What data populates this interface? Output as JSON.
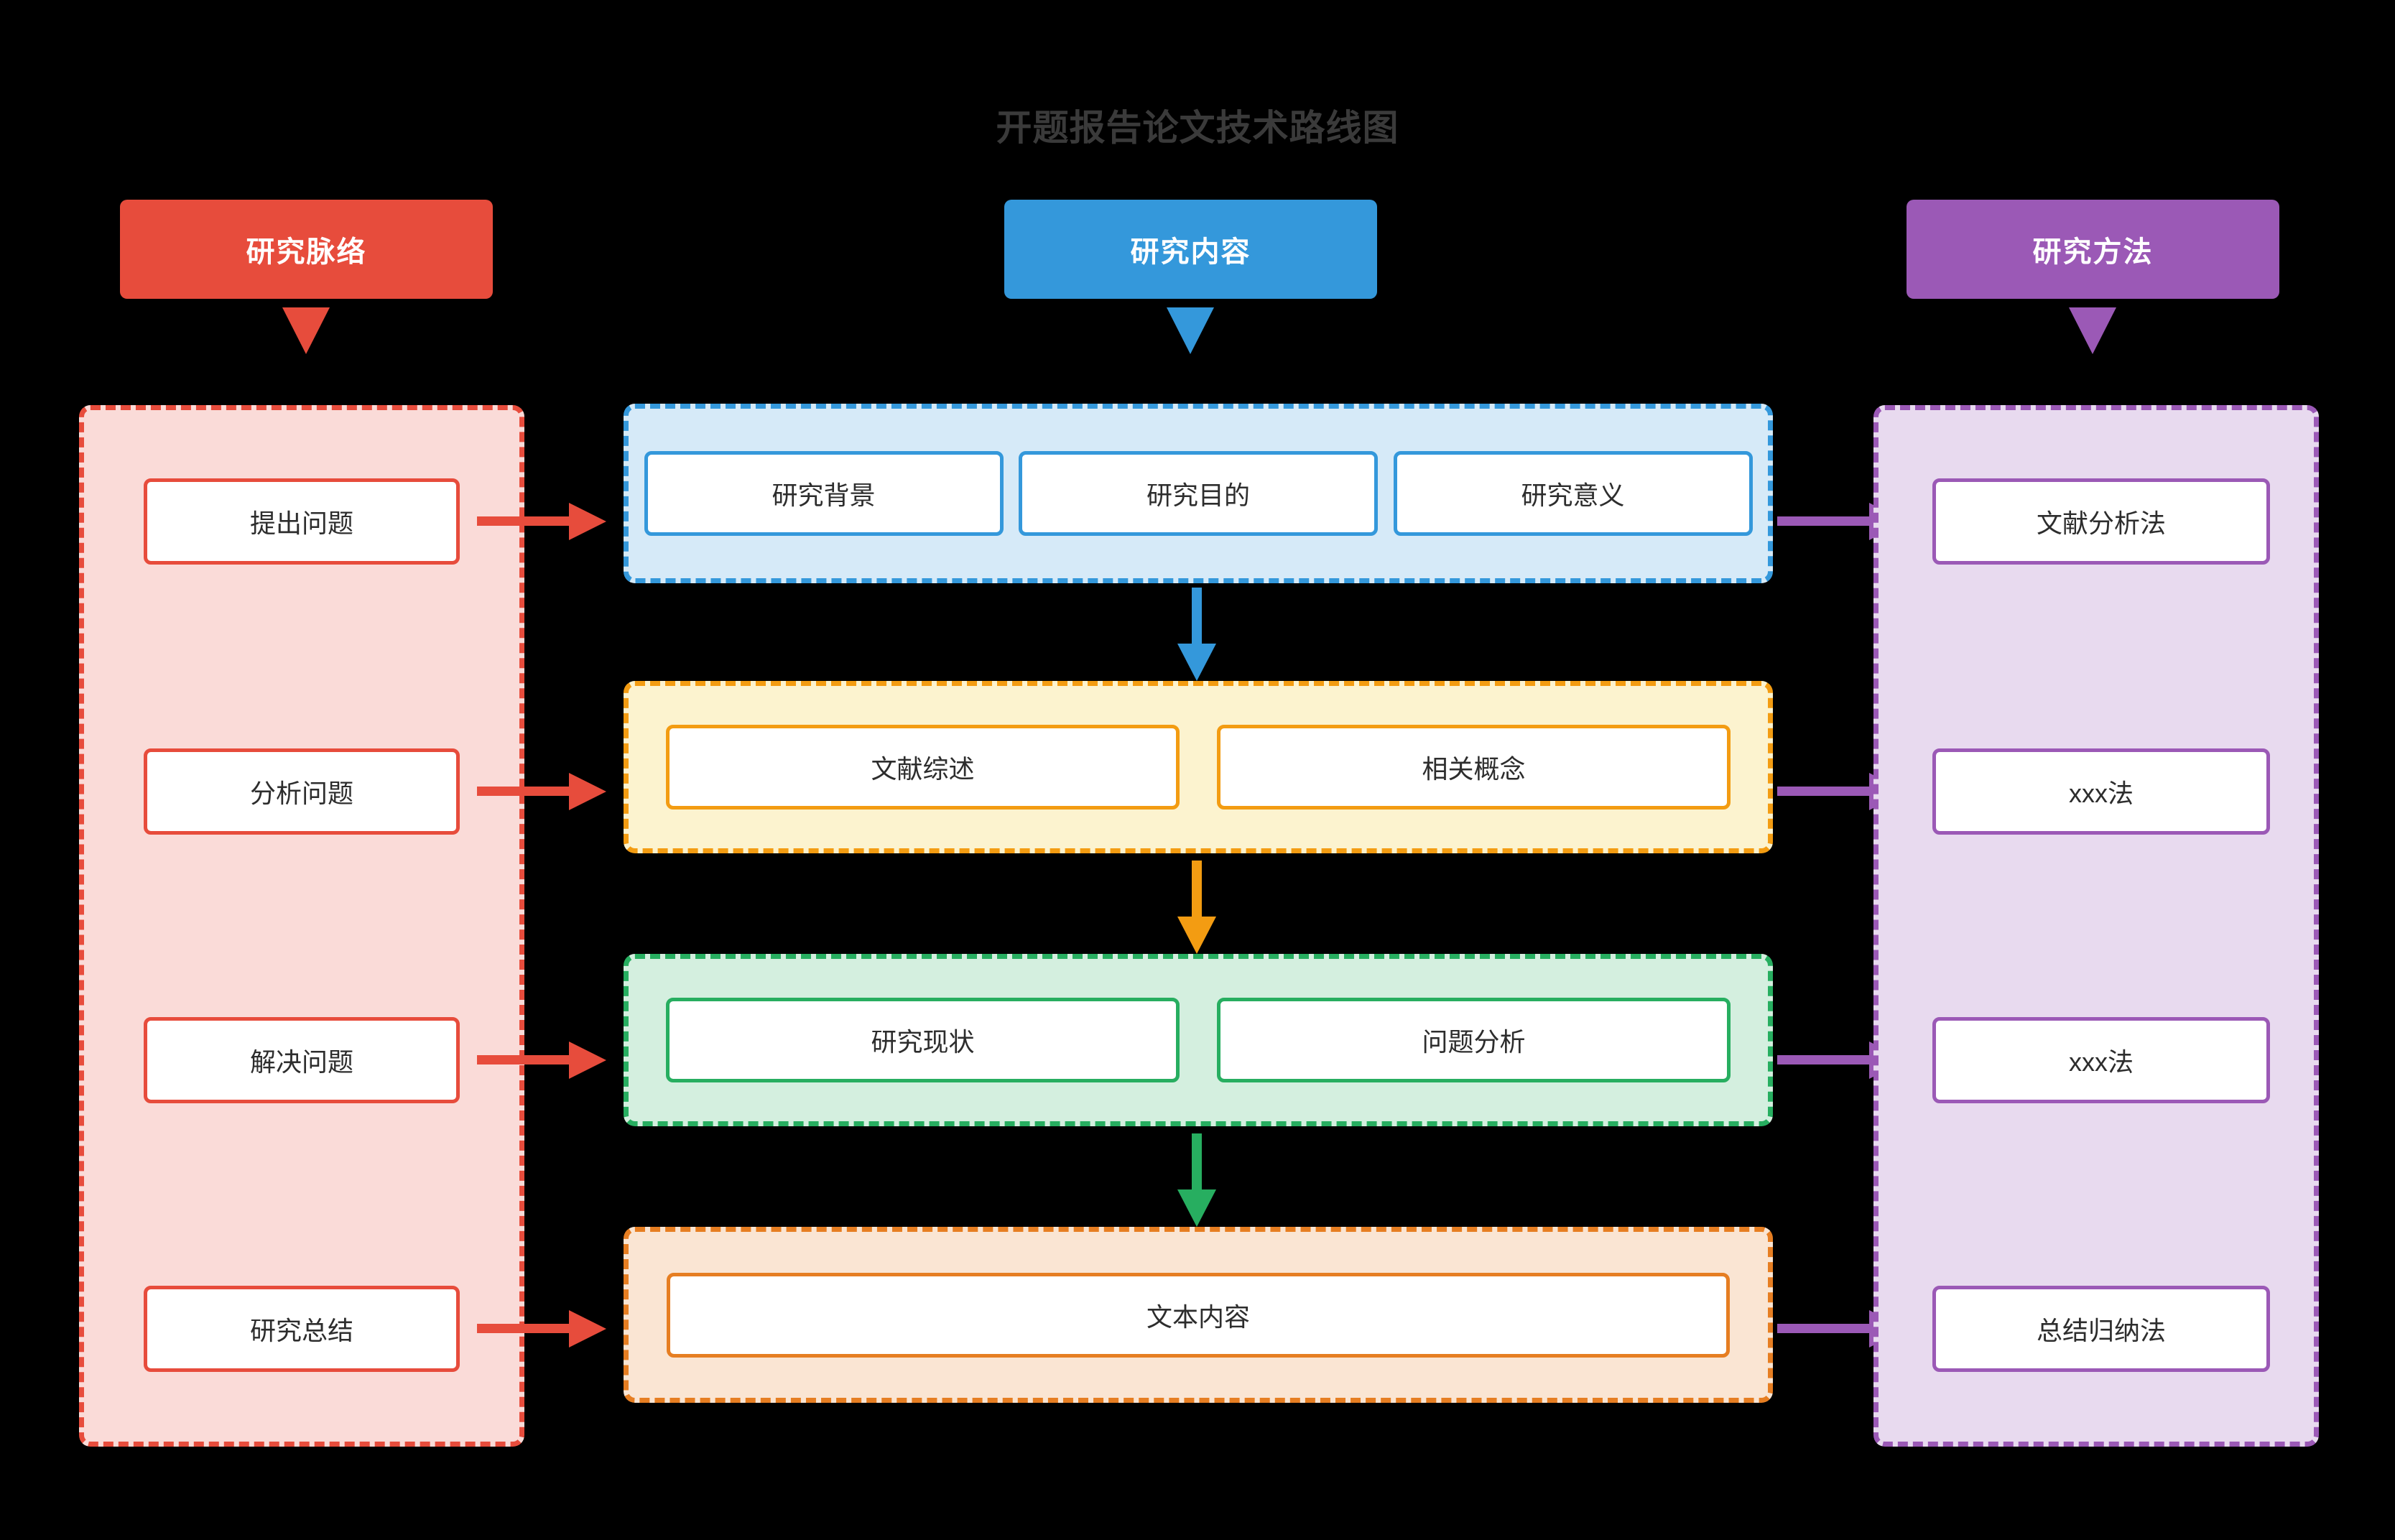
{
  "title": "开题报告论文技术路线图",
  "colors": {
    "left_accent": "#e74c3c",
    "center_accent": "#3498db",
    "right_accent": "#9b59b6",
    "stage_blue": "#3498db",
    "stage_yellow": "#f39c12",
    "stage_green": "#27ae60",
    "stage_orange": "#e67e22",
    "title_text": "#3a3a3a"
  },
  "columns": {
    "left": {
      "header": "研究脉络",
      "items": [
        {
          "label": "提出问题"
        },
        {
          "label": "分析问题"
        },
        {
          "label": "解决问题"
        },
        {
          "label": "研究总结"
        }
      ]
    },
    "center": {
      "header": "研究内容",
      "stages": [
        {
          "cards": [
            "研究背景",
            "研究目的",
            "研究意义"
          ]
        },
        {
          "cards": [
            "文献综述",
            "相关概念"
          ]
        },
        {
          "cards": [
            "研究现状",
            "问题分析"
          ]
        },
        {
          "cards": [
            "文本内容"
          ]
        }
      ]
    },
    "right": {
      "header": "研究方法",
      "items": [
        {
          "label": "文献分析法"
        },
        {
          "label": "xxx法"
        },
        {
          "label": "xxx法"
        },
        {
          "label": "总结归纳法"
        }
      ]
    }
  }
}
